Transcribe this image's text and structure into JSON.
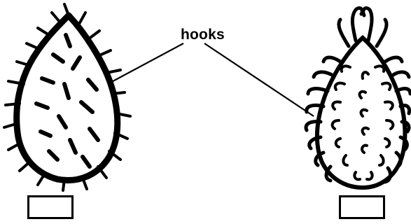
{
  "diagram": {
    "label": "hooks",
    "ink_color": "#000000",
    "background_color": "#ffffff",
    "figures": [
      {
        "name": "left-fruit",
        "description_shape": "oval-spiky"
      },
      {
        "name": "right-fruit",
        "description_shape": "oval-hooked-spines"
      }
    ],
    "answer_boxes": [
      {
        "name": "left-answer-box",
        "value": ""
      },
      {
        "name": "right-answer-box",
        "value": ""
      }
    ]
  }
}
